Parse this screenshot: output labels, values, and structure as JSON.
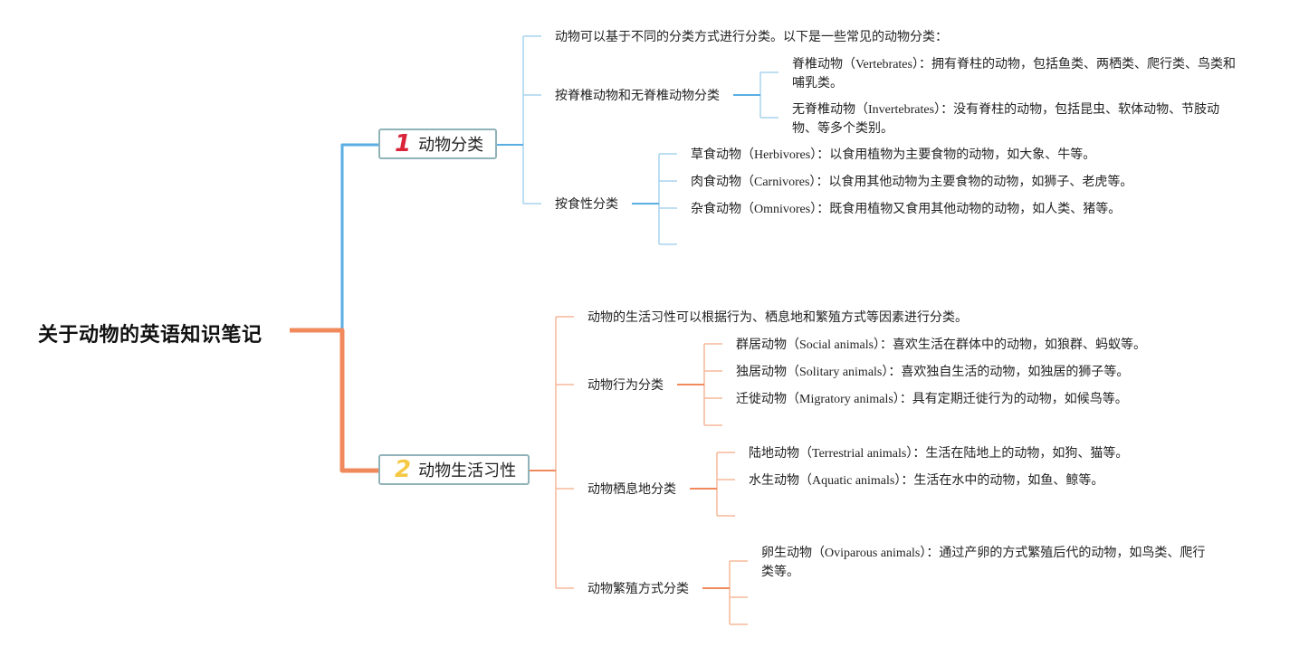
{
  "colors": {
    "blue": "#5aaee3",
    "blue_light": "#a9d3ee",
    "orange": "#f08a5d",
    "orange_light": "#f6b99a",
    "num1": "#d9243a",
    "num2": "#f5c945"
  },
  "root": "关于动物的英语知识笔记",
  "b1": {
    "num": "1",
    "label": "动物分类",
    "intro": "动物可以基于不同的分类方式进行分类。以下是一些常见的动物分类：",
    "vert": {
      "label": "按脊椎动物和无脊椎动物分类",
      "items": [
        {
          "zh": "脊椎动物",
          "en": "（Vertebrates）",
          "desc": "：拥有脊柱的动物，包括鱼类、两栖类、爬行类、鸟类和",
          "desc2": "哺乳类。"
        },
        {
          "zh": "无脊椎动物",
          "en": "（Invertebrates）",
          "desc": "：没有脊柱的动物，包括昆虫、软体动物、节肢动",
          "desc2": "物、等多个类别。"
        }
      ]
    },
    "diet": {
      "label": "按食性分类",
      "items": [
        {
          "zh": "草食动物",
          "en": "（Herbivores）",
          "desc": "：以食用植物为主要食物的动物，如大象、牛等。"
        },
        {
          "zh": "肉食动物",
          "en": "（Carnivores）",
          "desc": "：以食用其他动物为主要食物的动物，如狮子、老虎等。"
        },
        {
          "zh": "杂食动物",
          "en": "（Omnivores）",
          "desc": "：既食用植物又食用其他动物的动物，如人类、猪等。"
        }
      ]
    }
  },
  "b2": {
    "num": "2",
    "label": "动物生活习性",
    "intro": "动物的生活习性可以根据行为、栖息地和繁殖方式等因素进行分类。",
    "behavior": {
      "label": "动物行为分类",
      "items": [
        {
          "zh": "群居动物",
          "en": "（Social animals）",
          "desc": "：喜欢生活在群体中的动物，如狼群、蚂蚁等。"
        },
        {
          "zh": "独居动物",
          "en": "（Solitary animals）",
          "desc": "：喜欢独自生活的动物，如独居的狮子等。"
        },
        {
          "zh": "迁徙动物",
          "en": "（Migratory animals）",
          "desc": "：具有定期迁徙行为的动物，如候鸟等。"
        }
      ]
    },
    "habitat": {
      "label": "动物栖息地分类",
      "items": [
        {
          "zh": "陆地动物",
          "en": "（Terrestrial animals）",
          "desc": "：生活在陆地上的动物，如狗、猫等。"
        },
        {
          "zh": "水生动物",
          "en": "（Aquatic animals）",
          "desc": "：生活在水中的动物，如鱼、鲸等。"
        }
      ]
    },
    "repro": {
      "label": "动物繁殖方式分类",
      "items": [
        {
          "zh": "卵生动物",
          "en": "（Oviparous animals）",
          "desc": "：通过产卵的方式繁殖后代的动物，如鸟类、爬行",
          "desc2": "类等。"
        }
      ]
    }
  }
}
